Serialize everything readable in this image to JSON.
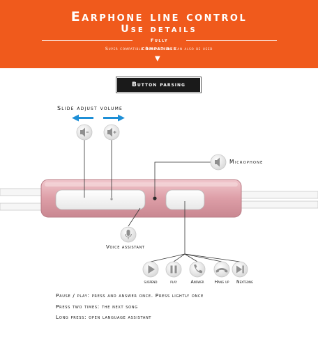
{
  "header": {
    "title": "Earphone line control",
    "subtitle": "Use details",
    "compat": "Fully compatible",
    "note": "Super compatible Replacement can also be used",
    "arrow": "▼",
    "bg_color": "#f05a1c"
  },
  "badge": {
    "label": "Button parsing"
  },
  "labels": {
    "slide": "Slide adjust volume",
    "microphone": "Microphone",
    "voice": "Voice assistant"
  },
  "actions": [
    {
      "label": "suspend",
      "icon": "play-icon"
    },
    {
      "label": "play",
      "icon": "pause-icon"
    },
    {
      "label": "Answer",
      "icon": "phone-answer-icon"
    },
    {
      "label": "Hang up",
      "icon": "phone-hangup-icon"
    },
    {
      "label": "Nextsong",
      "icon": "next-track-icon"
    }
  ],
  "notes": [
    "Pause / play: press and answer once. Press lightly once",
    "Press two times: the next song",
    "Long press: open language assistant"
  ],
  "colors": {
    "remote_pink": "#e4aab2",
    "arrow_blue": "#1e8fd6",
    "icon_grey": "#8f8f8f"
  }
}
